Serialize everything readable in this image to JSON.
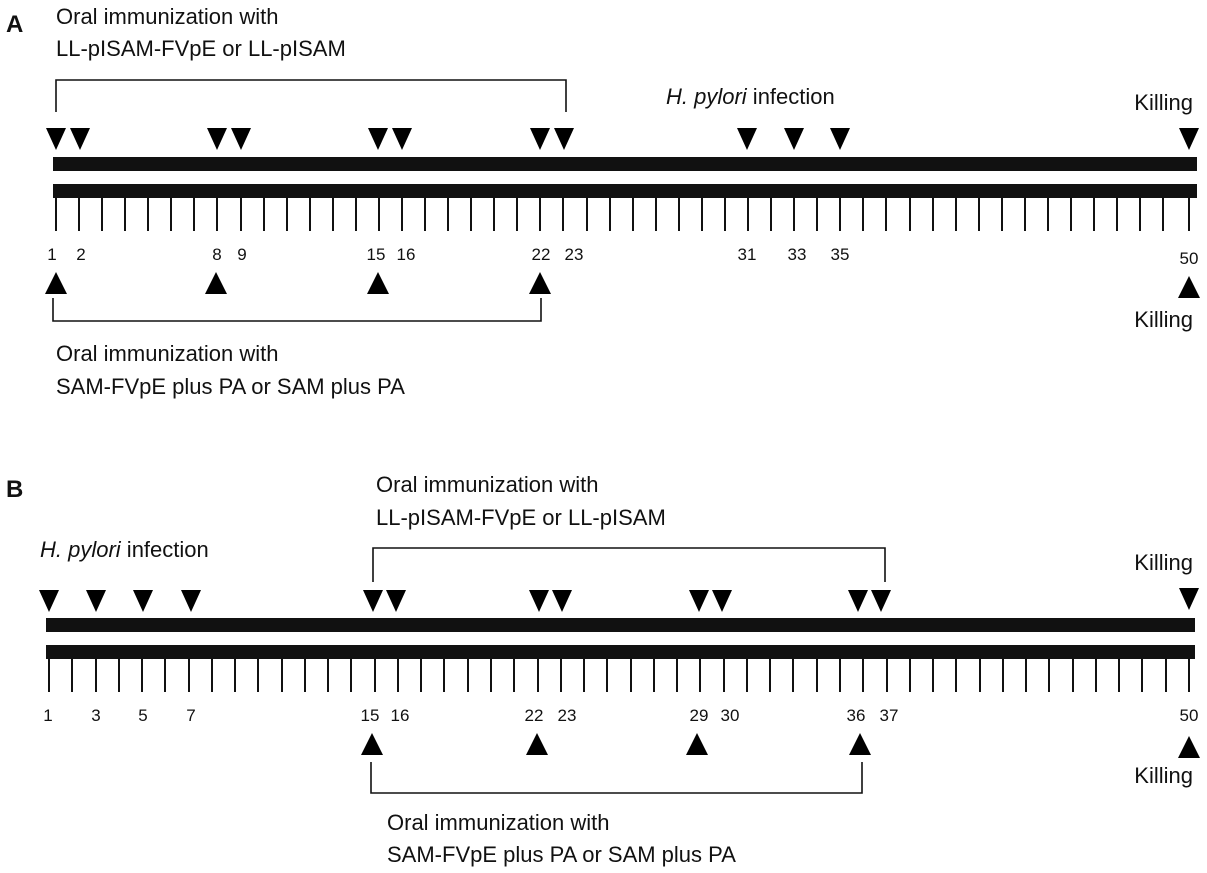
{
  "panels": [
    {
      "letter": "A",
      "top_group": {
        "lines": [
          "Oral immunization with",
          "LL-pISAM-FVpE or LL-pISAM"
        ],
        "days": [
          1,
          2,
          8,
          9,
          15,
          16,
          22,
          23
        ],
        "span": [
          1,
          23
        ]
      },
      "infection": {
        "italic": "H. pylori",
        "rest": " infection",
        "days": [
          31,
          33,
          35
        ]
      },
      "top_killing": {
        "label": "Killing",
        "day": 50
      },
      "tick_labels": [
        1,
        2,
        8,
        9,
        15,
        16,
        22,
        23,
        31,
        33,
        35,
        50
      ],
      "bottom_group": {
        "lines": [
          "Oral immunization with",
          "SAM-FVpE plus PA or SAM plus PA"
        ],
        "days": [
          1,
          8,
          15,
          22
        ],
        "span": [
          1,
          22
        ]
      },
      "bottom_killing": {
        "label": "Killing",
        "day": 50
      }
    },
    {
      "letter": "B",
      "infection": {
        "italic": "H. pylori",
        "rest": " infection",
        "days": [
          1,
          3,
          5,
          7
        ]
      },
      "top_group": {
        "lines": [
          "Oral immunization with",
          "LL-pISAM-FVpE or LL-pISAM"
        ],
        "days": [
          15,
          16,
          22,
          23,
          29,
          30,
          36,
          37
        ],
        "span": [
          15,
          37
        ]
      },
      "top_killing": {
        "label": "Killing",
        "day": 50
      },
      "tick_labels": [
        1,
        3,
        5,
        7,
        15,
        16,
        22,
        23,
        29,
        30,
        36,
        37,
        50
      ],
      "bottom_group": {
        "lines": [
          "Oral immunization with",
          "SAM-FVpE plus PA or SAM plus PA"
        ],
        "days": [
          15,
          22,
          29,
          36
        ],
        "span": [
          15,
          36
        ]
      },
      "bottom_killing": {
        "label": "Killing",
        "day": 50
      }
    }
  ]
}
